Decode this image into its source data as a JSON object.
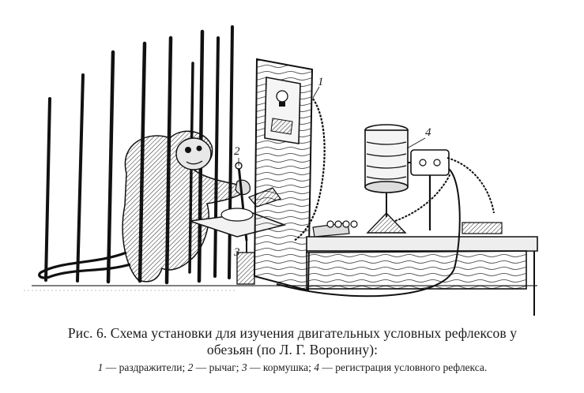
{
  "figure": {
    "labels": {
      "l1": "1",
      "l2": "2",
      "l3": "3",
      "l4": "4"
    }
  },
  "caption": {
    "line1": "Рис. 6. Схема установки для изучения двигательных условных рефлексов у",
    "line2": "обезьян (по Л. Г. Воронину):",
    "legend": [
      {
        "num": "1",
        "text": " — раздражители; "
      },
      {
        "num": "2",
        "text": " — рычаг; "
      },
      {
        "num": "3",
        "text": " — кормушка; "
      },
      {
        "num": "4",
        "text": " — регистрация условного рефлекса."
      }
    ]
  }
}
